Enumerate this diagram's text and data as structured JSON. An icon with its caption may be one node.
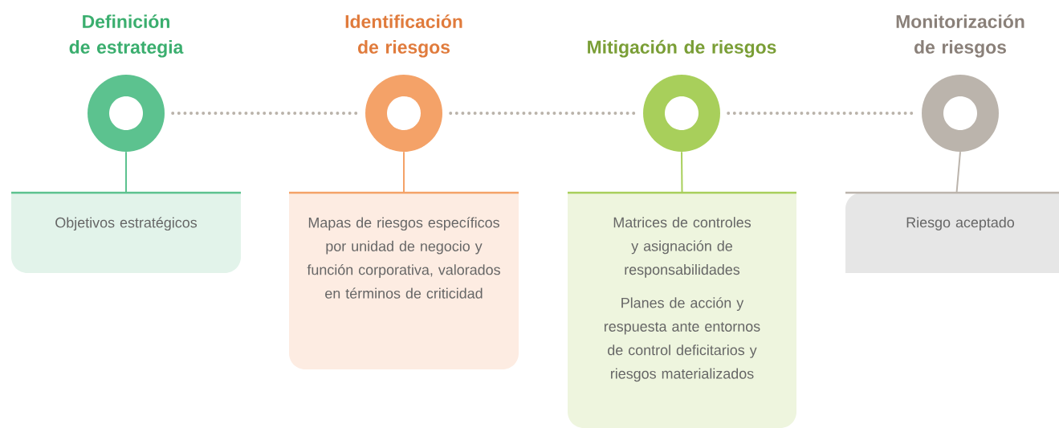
{
  "diagram": {
    "nodes": [
      {
        "text": [
          "Definición de estrategia"
        ]
      },
      {
        "text": [
          "Objetivos estratégicos"
        ]
      },
      {
        "text": [
          "Identificación de riesgos"
        ]
      },
      {
        "text": [
          "Mapas de riesgos específicos por unidad de negocio y función corporativa, valorados en términos de criticidad"
        ]
      },
      {
        "text": [
          "Mitigación de riesgos"
        ]
      },
      {
        "text": [
          "Matrices de controles y asignación de responsabilidades",
          "Planes de acción y respuesta ante entornos de control deficitarios y riesgos materializados"
        ]
      },
      {
        "text": [
          "Monitorización de riesgos"
        ]
      },
      {
        "text": [
          "Riesgo aceptado"
        ]
      }
    ],
    "edges": [
      {
        "from": 0,
        "to": 2,
        "arrow": "none",
        "style": "dashed",
        "color": "#bab3aa"
      },
      {
        "from": 2,
        "to": 4,
        "arrow": "none",
        "style": "dashed",
        "color": "#bab3aa"
      },
      {
        "from": 4,
        "to": 6,
        "arrow": "none",
        "style": "dashed",
        "color": "#bab3aa"
      },
      {
        "from": 0,
        "to": 1,
        "arrow": "none",
        "color": "#5cc28f"
      },
      {
        "from": 2,
        "to": 3,
        "arrow": "none",
        "color": "#f4a268"
      },
      {
        "from": 4,
        "to": 5,
        "arrow": "none",
        "color": "#a8cf5b"
      },
      {
        "from": 6,
        "to": 7,
        "arrow": "none",
        "color": "#bbb4ac"
      }
    ]
  }
}
